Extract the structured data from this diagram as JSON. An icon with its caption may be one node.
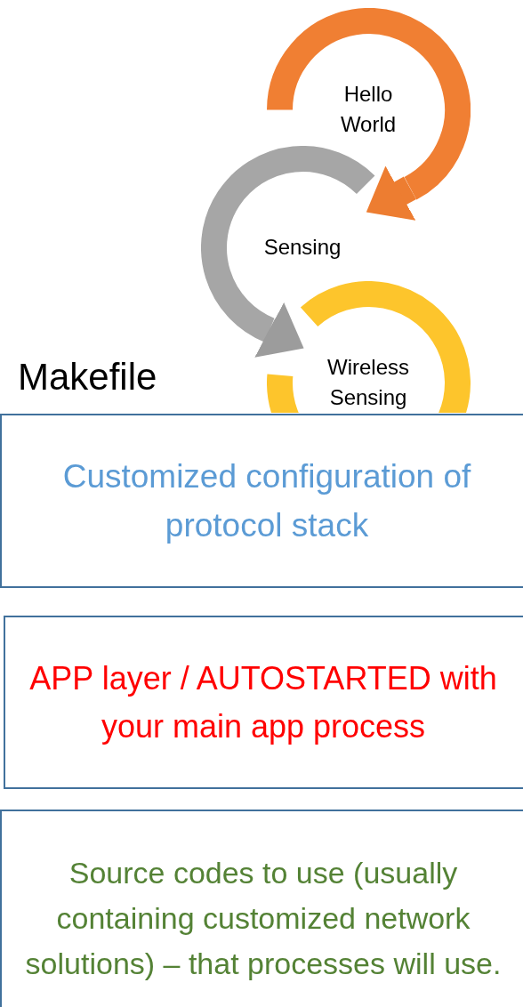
{
  "diagram": {
    "nodes": [
      {
        "text": [
          "Hello World"
        ]
      },
      {
        "text": [
          "Sensing"
        ]
      },
      {
        "text": [
          "Wireless Sensing"
        ]
      },
      {
        "text": [
          "Customized configuration of protocol stack"
        ]
      },
      {
        "text": [
          "APP layer / AUTOSTARTED with your main app process"
        ]
      },
      {
        "text": [
          "Source codes to use (usually containing customized network solutions) – that processes will use."
        ]
      }
    ],
    "edges": [
      {
        "from": 0,
        "to": 1,
        "arrow": "to",
        "color": "#ed7d31"
      },
      {
        "from": 1,
        "to": 2,
        "arrow": "to",
        "color": "#9c9c9c"
      }
    ],
    "labels": [
      "Makefile"
    ]
  }
}
